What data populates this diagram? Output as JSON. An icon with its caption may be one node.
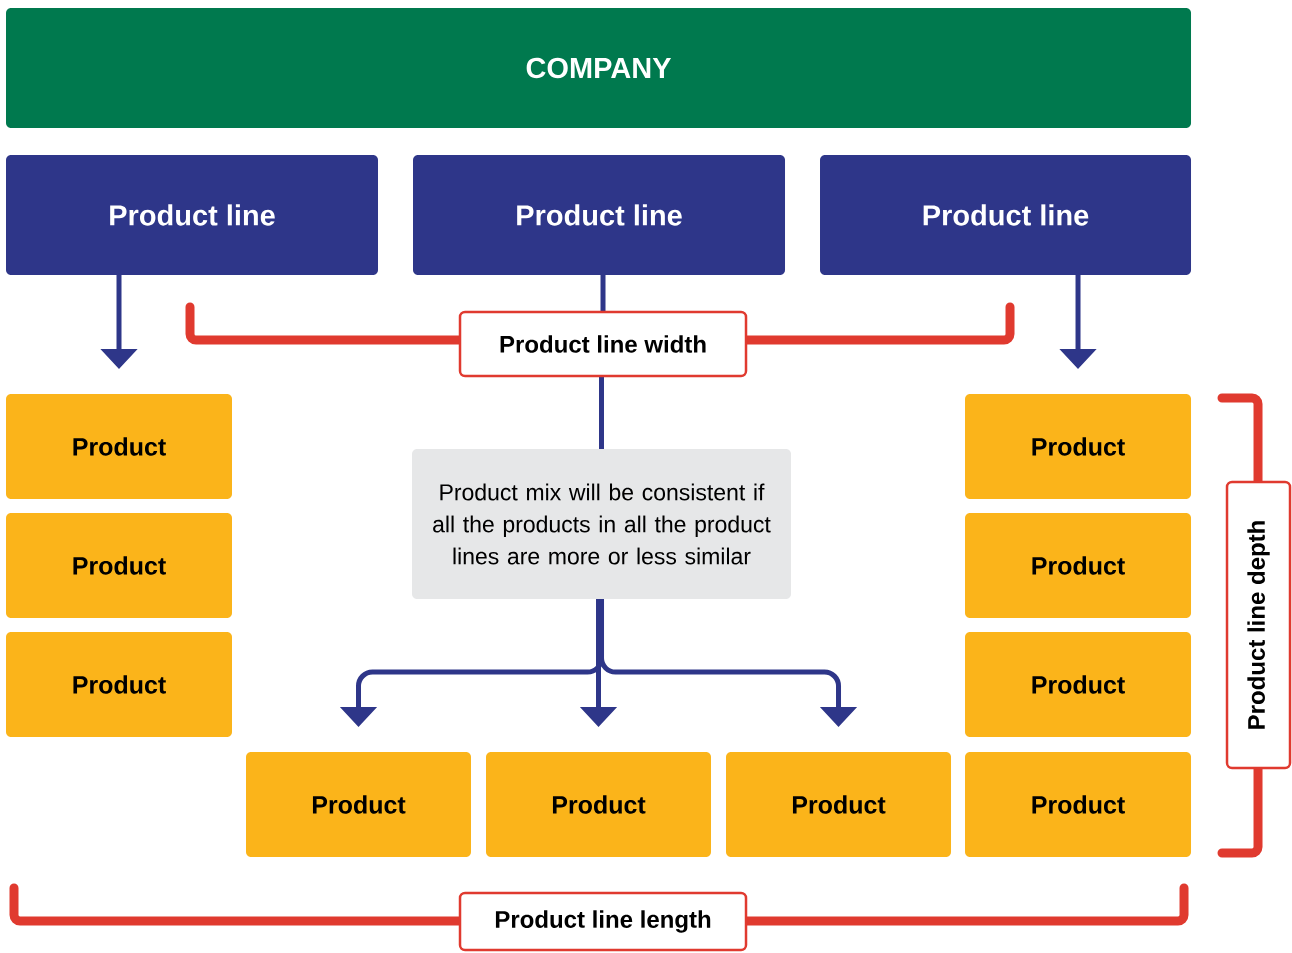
{
  "diagram": {
    "nodes": [
      {
        "text": [
          "COMPANY"
        ]
      },
      {
        "text": [
          "Product line"
        ]
      },
      {
        "text": [
          "Product line"
        ]
      },
      {
        "text": [
          "Product line"
        ]
      },
      {
        "text": [
          "Product"
        ]
      },
      {
        "text": [
          "Product"
        ]
      },
      {
        "text": [
          "Product"
        ]
      },
      {
        "text": [
          "Product mix will be consistent if all the products in all the product lines are more or less similar"
        ]
      },
      {
        "text": [
          "Product"
        ]
      },
      {
        "text": [
          "Product"
        ]
      },
      {
        "text": [
          "Product"
        ]
      },
      {
        "text": [
          "Product"
        ]
      },
      {
        "text": [
          "Product"
        ]
      },
      {
        "text": [
          "Product"
        ]
      },
      {
        "text": [
          "Product"
        ]
      },
      {
        "text": [
          "Product line width"
        ]
      },
      {
        "text": [
          "Product line depth"
        ]
      },
      {
        "text": [
          "Product line length"
        ]
      }
    ],
    "edges": [
      {
        "from": 1,
        "to": 4,
        "arrow": "to"
      },
      {
        "from": 3,
        "to": 11,
        "arrow": "to"
      },
      {
        "from": 2,
        "to": 15,
        "arrow": "none"
      },
      {
        "from": 15,
        "to": 7,
        "arrow": "none"
      },
      {
        "from": 7,
        "to": 8,
        "arrow": "to"
      },
      {
        "from": 7,
        "to": 9,
        "arrow": "to"
      },
      {
        "from": 7,
        "to": 10,
        "arrow": "to"
      }
    ]
  }
}
